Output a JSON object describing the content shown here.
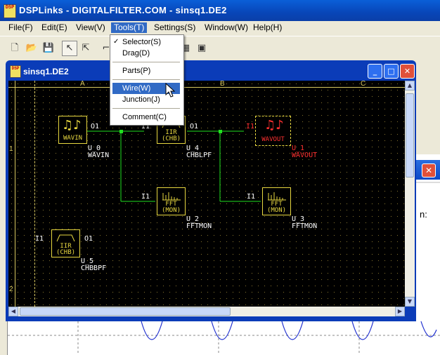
{
  "app": {
    "title": "DSPLinks - DIGITALFILTER.COM - sinsq1.DE2",
    "icon_text": "DSP"
  },
  "menu": [
    "File(F)",
    "Edit(E)",
    "View(V)",
    "Tools(T)",
    "Settings(S)",
    "Window(W)",
    "Help(H)"
  ],
  "tools_menu": [
    {
      "label": "Selector(S)",
      "checked": true
    },
    {
      "label": "Drag(D)",
      "checked": false
    },
    {
      "label": "Parts(P)",
      "checked": false
    },
    {
      "label": "Wire(W)",
      "checked": false,
      "highlighted": true
    },
    {
      "label": "Junction(J)",
      "checked": false
    },
    {
      "label": "Comment(C)",
      "checked": false
    }
  ],
  "check_mark": "✓",
  "toolbar_icons": [
    "new-icon",
    "open-icon",
    "save-icon",
    "pointer-icon",
    "pointer-select-icon",
    "wire-tool-icon",
    "chart-icon",
    "window-icon"
  ],
  "child": {
    "title": "sinsq1.DE2",
    "minimize": "_",
    "maximize": "□",
    "close": "✕"
  },
  "background_close": "✕",
  "canvas": {
    "columns": [
      "A",
      "B",
      "C"
    ],
    "rows": [
      "1",
      "2"
    ],
    "components": [
      {
        "id": "U_0",
        "name": "WAVIN",
        "type": "WAVIN",
        "ports": [
          "",
          "O1"
        ],
        "color": "#e8d840"
      },
      {
        "id": "U_4",
        "name": "CHBLPF",
        "type": "IIR\n(CHB)",
        "ports": [
          "I1",
          "O1"
        ],
        "color": "#e8d840"
      },
      {
        "id": "U_1",
        "name": "WAVOUT",
        "type": "WAVOUT",
        "ports": [
          "I1",
          ""
        ],
        "color": "#ff3030"
      },
      {
        "id": "U_2",
        "name": "FFTMON",
        "type": "FFT\n(MON)",
        "ports": [
          "I1",
          ""
        ],
        "color": "#e8d840"
      },
      {
        "id": "U_3",
        "name": "FFTMON",
        "type": "FFT\n(MON)",
        "ports": [
          "I1",
          ""
        ],
        "color": "#e8d840"
      },
      {
        "id": "U_5",
        "name": "CHBBPF",
        "type": "IIR\n(CHB)",
        "ports": [
          "I1",
          "O1"
        ],
        "color": "#e8d840"
      }
    ]
  },
  "background_window": {
    "partial_text": "n:"
  }
}
